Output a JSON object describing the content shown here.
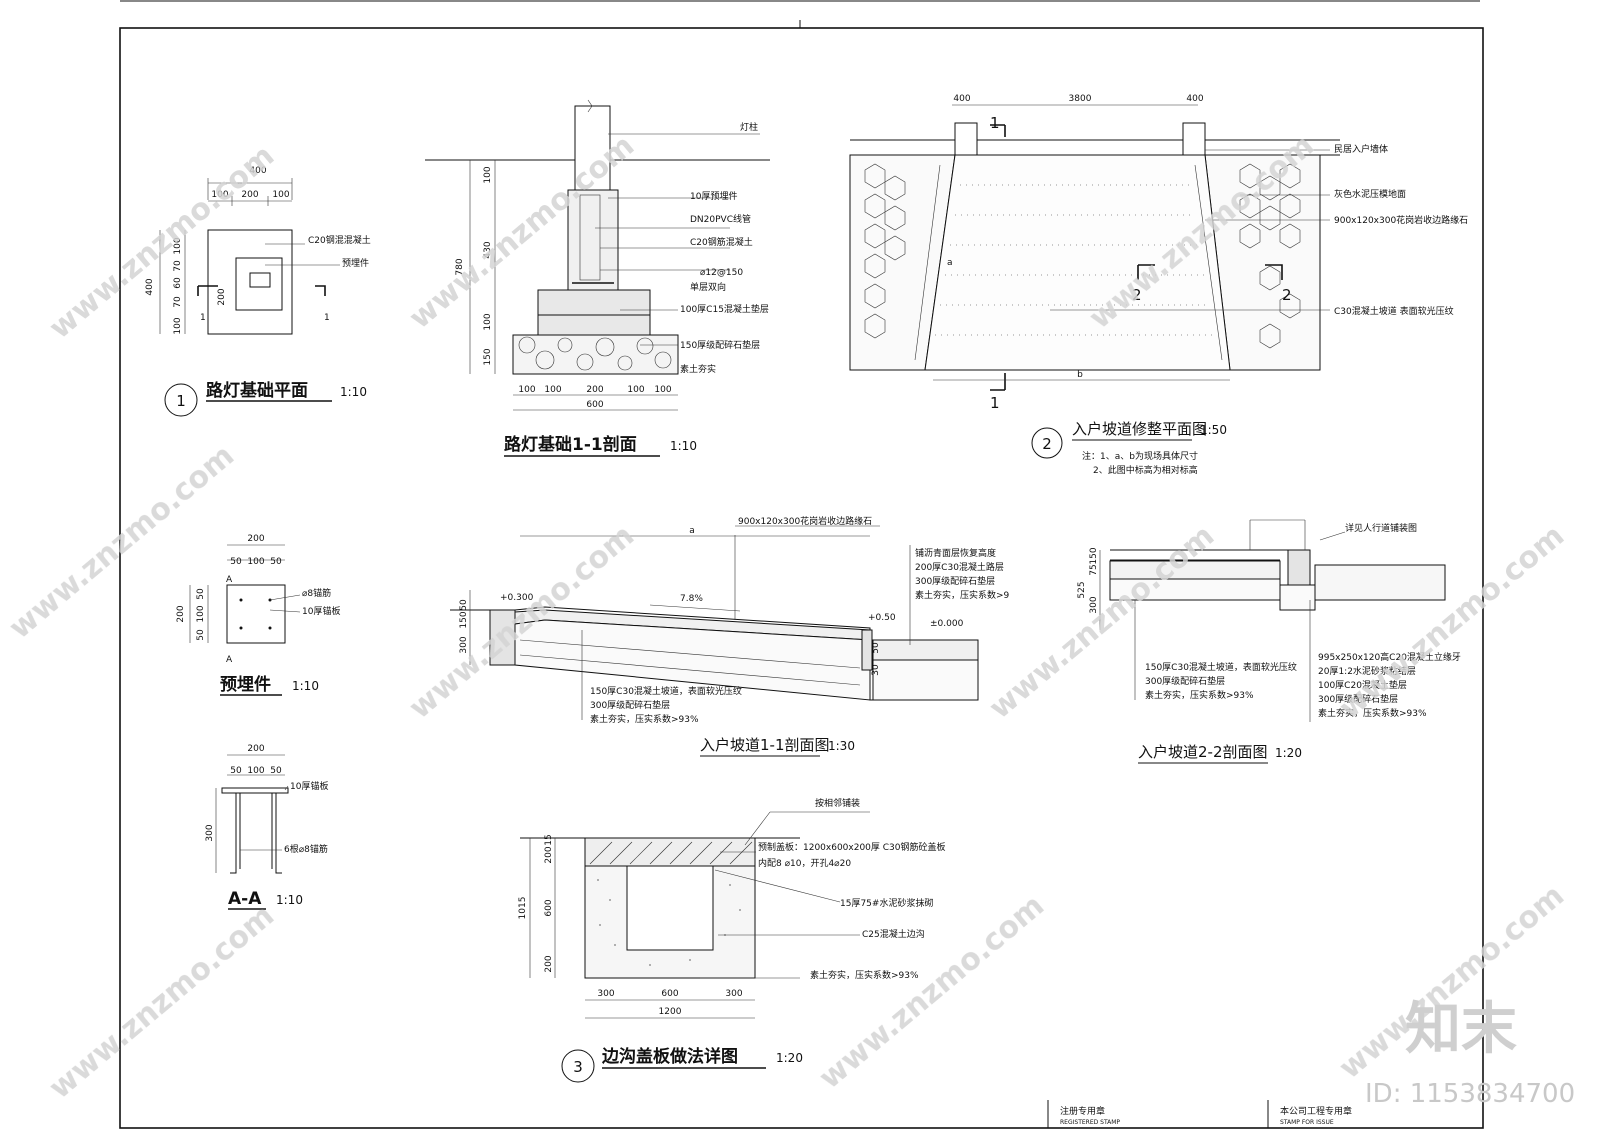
{
  "sheet": {
    "plan_lamp": {
      "title": "路灯基础平面",
      "scale": "1:10",
      "num": "1",
      "dims": {
        "w400": "400",
        "w100a": "100",
        "w200": "200",
        "w100b": "100",
        "h400": "400",
        "h100a": "100",
        "h70a": "70",
        "h60": "60",
        "h70b": "70",
        "h100b": "100",
        "h200": "200"
      },
      "labels": {
        "concrete": "C20钢混混凝土",
        "embed": "预埋件"
      },
      "cut": "1"
    },
    "section_lamp": {
      "title": "路灯基础1-1剖面",
      "scale": "1:10",
      "labels": [
        "灯柱",
        "10厚预埋件",
        "DN20PVC线管",
        "C20钢筋混凝土",
        "⌀12@150",
        "单层双向",
        "100厚C15混凝土垫层",
        "150厚级配碎石垫层",
        "素土夯实"
      ],
      "dims_v": [
        "100",
        "430",
        "100",
        "150",
        "780"
      ],
      "dims_h": [
        "100",
        "100",
        "200",
        "100",
        "100",
        "600"
      ]
    },
    "plan_ramp": {
      "title": "入户坡道修整平面图",
      "scale": "1:50",
      "num": "2",
      "dims": [
        "400",
        "3800",
        "400"
      ],
      "labels": [
        "民居入户墙体",
        "灰色水泥压模地面",
        "900x120x300花岗岩收边路缘石",
        "C30混凝土坡道 表面软光压纹"
      ],
      "cut1": "1",
      "cut2": "2",
      "a": "a",
      "b": "b",
      "notes": [
        "注：1、a、b为现场具体尺寸",
        "2、此图中标高为相对标高"
      ]
    },
    "embed": {
      "title": "预埋件",
      "scale": "1:10",
      "dims": [
        "200",
        "50",
        "100",
        "50",
        "200",
        "50",
        "100",
        "50"
      ],
      "labels": [
        "⌀8锚筋",
        "10厚锚板"
      ],
      "cut": "A"
    },
    "aa": {
      "title": "A-A",
      "scale": "1:10",
      "dims": [
        "200",
        "50",
        "100",
        "50",
        "300"
      ],
      "labels": [
        "10厚锚板",
        "6根⌀8锚筋"
      ]
    },
    "section_ramp1": {
      "title": "入户坡道1-1剖面图",
      "scale": "1:30",
      "labels": [
        "900x120x300花岗岩收边路缘石",
        "铺沥青面层恢复高度",
        "200厚C30混凝土路层",
        "300厚级配碎石垫层",
        "素土夯实，压实系数>9",
        "150厚C30混凝土坡道，表面软光压纹",
        "300厚级配碎石垫层",
        "素土夯实，压实系数>93%"
      ],
      "elev": [
        "+0.300",
        "+0.50",
        "±0.000"
      ],
      "slope": "7.8%",
      "a": "a",
      "dims": [
        "50",
        "150",
        "300",
        "50",
        "30"
      ]
    },
    "section_ramp2": {
      "title": "入户坡道2-2剖面图",
      "scale": "1:20",
      "labels": [
        "详见人行道铺装图",
        "150厚C30混凝土坡道，表面软光压纹",
        "300厚级配碎石垫层",
        "素土夯实，压实系数>93%",
        "995x250x120高C20混凝土立缘牙",
        "20厚1:2水泥砂浆粘结层",
        "100厚C20混凝土垫层",
        "300厚级配碎石垫层",
        "素土夯实，压实系数>93%"
      ],
      "dims": [
        "150",
        "75",
        "525",
        "300"
      ]
    },
    "ditch": {
      "title": "边沟盖板做法详图",
      "scale": "1:20",
      "num": "3",
      "labels": [
        "按相邻铺装",
        "预制盖板：1200x600x200厚 C30钢筋砼盖板",
        "内配8 ⌀10，开孔4⌀20",
        "15厚75#水泥砂浆抹砌",
        "C25混凝土边沟",
        "素土夯实，压实系数>93%"
      ],
      "dims_v": [
        "15",
        "200",
        "600",
        "200",
        "1015"
      ],
      "dims_h": [
        "300",
        "600",
        "300",
        "1200"
      ]
    },
    "stamps": {
      "reg": "注册专用章",
      "reg_en": "REGISTERED STAMP",
      "issue": "本公司工程专用章",
      "issue_en": "STAMP FOR ISSUE"
    },
    "watermark": {
      "text": "www.znzmo.com",
      "brand": "知末",
      "id": "ID: 1153834700"
    }
  }
}
